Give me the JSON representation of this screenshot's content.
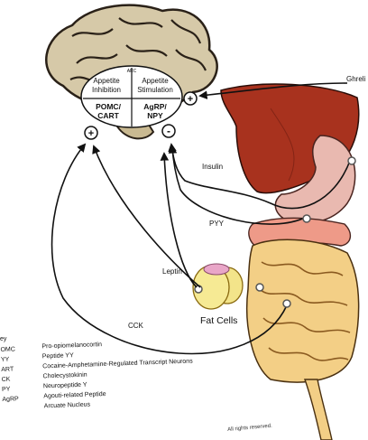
{
  "brain": {
    "region_label": "ARC",
    "appetite_inhibition": "Appetite Inhibition",
    "appetite_stimulation": "Appetite Stimulation",
    "pomc_cart": "POMC/ CART",
    "agrp_npy": "AgRP/ NPY",
    "plus_left": "+",
    "minus_center": "-",
    "plus_right": "+"
  },
  "labels": {
    "ghrelin": "Ghreli",
    "insulin": "Insulin",
    "pyy": "PYY",
    "leptin": "Leptin",
    "fat_cells": "Fat Cells",
    "cck": "CCK"
  },
  "legend": {
    "title": "ey",
    "rows": [
      {
        "abbr": "OMC",
        "def": "Pro-opiomelanocortin"
      },
      {
        "abbr": "YY",
        "def": "Peptide YY"
      },
      {
        "abbr": "ART",
        "def": "Cocaine-Amphetamine-Regulated Transcript Neurons"
      },
      {
        "abbr": "CK",
        "def": "Cholecystokinin"
      },
      {
        "abbr": "PY",
        "def": "Neuropeptide Y"
      },
      {
        "abbr": "AgRP",
        "def": "Agouti-related Peptide"
      },
      {
        "abbr": "",
        "def": "Arcuate Nucleus"
      }
    ],
    "copyright": "All rights reserved."
  },
  "colors": {
    "brain_fill": "#d6c9a8",
    "brain_stroke": "#2a2118",
    "liver": "#a8321e",
    "stomach": "#e9b9b0",
    "intestine": "#f3cf86",
    "colon": "#ee9a88",
    "fat": "#f3e48a",
    "arrow": "#111111"
  }
}
